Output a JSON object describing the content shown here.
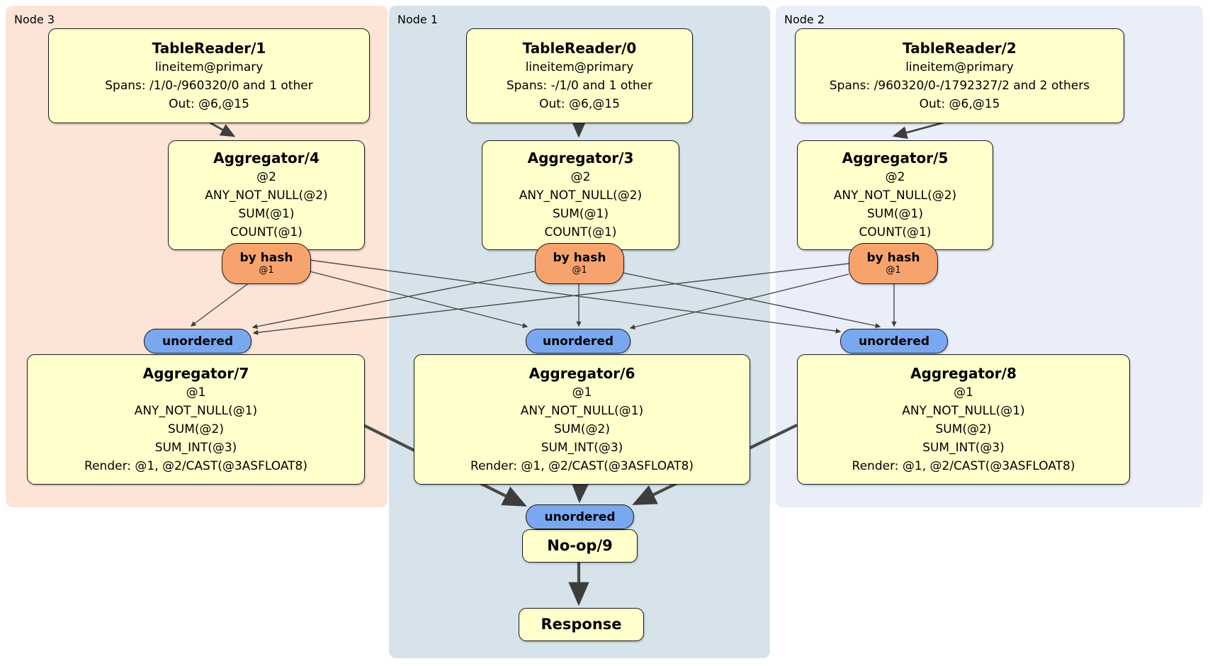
{
  "colors": {
    "processor_fill": "#FFFFCC",
    "router_fill": "#F7A36E",
    "sync_fill": "#7AA8F0",
    "node3_bg": "#FCE4D7",
    "node1_bg": "#D7E3EA",
    "node2_bg": "#E9EEF8",
    "edge": "#3D3D3D"
  },
  "regions": [
    {
      "label": "Node 3"
    },
    {
      "label": "Node 1"
    },
    {
      "label": "Node 2"
    }
  ],
  "processors": {
    "tablereader1": {
      "title": "TableReader/1",
      "index": "lineitem@primary",
      "spans": "Spans: /1/0-/960320/0 and 1 other",
      "out": "Out: @6,@15"
    },
    "tablereader0": {
      "title": "TableReader/0",
      "index": "lineitem@primary",
      "spans": "Spans: -/1/0 and 1 other",
      "out": "Out: @6,@15"
    },
    "tablereader2": {
      "title": "TableReader/2",
      "index": "lineitem@primary",
      "spans": "Spans: /960320/0-/1792327/2 and 2 others",
      "out": "Out: @6,@15"
    },
    "aggregator4": {
      "title": "Aggregator/4",
      "group": "@2",
      "fn1": "ANY_NOT_NULL(@2)",
      "fn2": "SUM(@1)",
      "fn3": "COUNT(@1)"
    },
    "aggregator3": {
      "title": "Aggregator/3",
      "group": "@2",
      "fn1": "ANY_NOT_NULL(@2)",
      "fn2": "SUM(@1)",
      "fn3": "COUNT(@1)"
    },
    "aggregator5": {
      "title": "Aggregator/5",
      "group": "@2",
      "fn1": "ANY_NOT_NULL(@2)",
      "fn2": "SUM(@1)",
      "fn3": "COUNT(@1)"
    },
    "aggregator7": {
      "title": "Aggregator/7",
      "group": "@1",
      "fn1": "ANY_NOT_NULL(@1)",
      "fn2": "SUM(@2)",
      "fn3": "SUM_INT(@3)",
      "render": "Render: @1, @2/CAST(@3ASFLOAT8)"
    },
    "aggregator6": {
      "title": "Aggregator/6",
      "group": "@1",
      "fn1": "ANY_NOT_NULL(@1)",
      "fn2": "SUM(@2)",
      "fn3": "SUM_INT(@3)",
      "render": "Render: @1, @2/CAST(@3ASFLOAT8)"
    },
    "aggregator8": {
      "title": "Aggregator/8",
      "group": "@1",
      "fn1": "ANY_NOT_NULL(@1)",
      "fn2": "SUM(@2)",
      "fn3": "SUM_INT(@3)",
      "render": "Render: @1, @2/CAST(@3ASFLOAT8)"
    },
    "noop": {
      "title": "No-op/9"
    },
    "response": {
      "title": "Response"
    }
  },
  "router": {
    "label": "by hash",
    "detail": "@1"
  },
  "sync": {
    "label": "unordered"
  }
}
